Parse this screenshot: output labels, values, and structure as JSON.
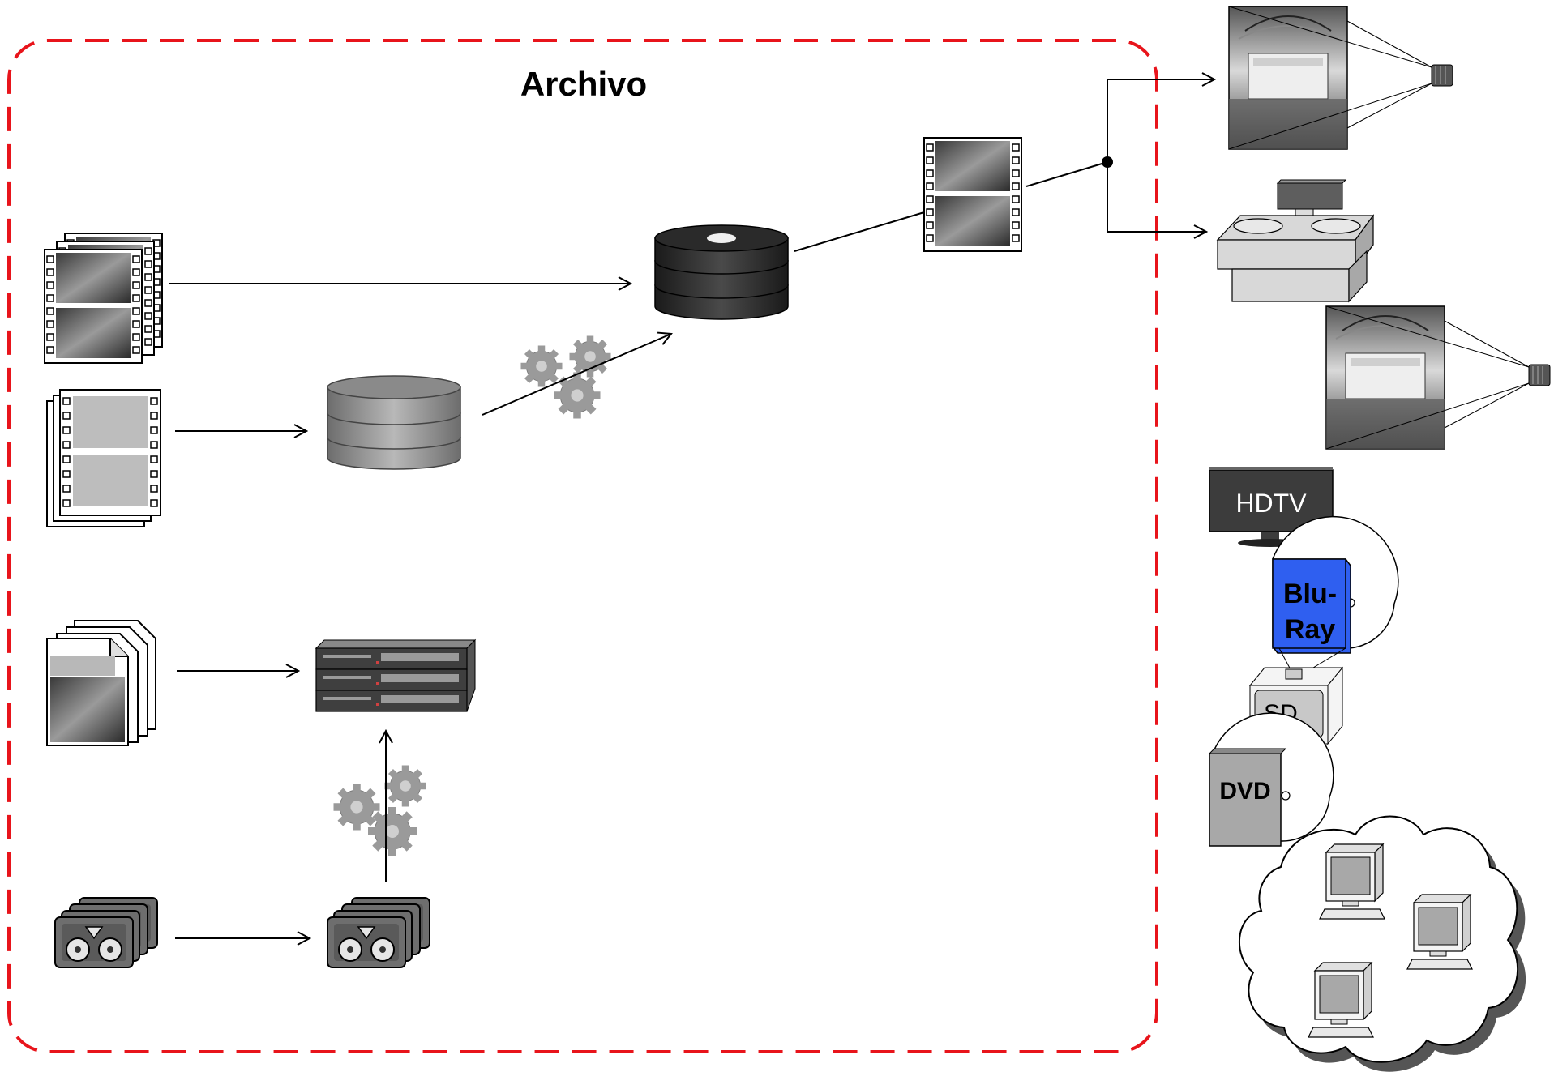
{
  "archive": {
    "title": "Archivo"
  },
  "outputs": {
    "hdtv": "HDTV",
    "bluray": "Blu-\nRay",
    "bluray_line1": "Blu-",
    "bluray_line2": "Ray",
    "sd": "SD",
    "dvd": "DVD"
  },
  "colors": {
    "archive_border": "#e8141b",
    "bluray": "#2f5ff0",
    "tv": "#3c3c3c",
    "dark_media": "#2a2a2a"
  },
  "icons": [
    "film-stack-icon",
    "negative-film-stack-icon",
    "image-file-stack-icon",
    "videotape-stack-icon",
    "storage-disk-stack-icon",
    "database-icon",
    "server-rack-icon",
    "gears-icon",
    "film-strip-icon",
    "cinema-projection-icon",
    "film-projector-icon",
    "tv-icon",
    "bluray-case-icon",
    "sd-box-icon",
    "dvd-case-icon",
    "network-cloud-icon",
    "computer-icon"
  ]
}
